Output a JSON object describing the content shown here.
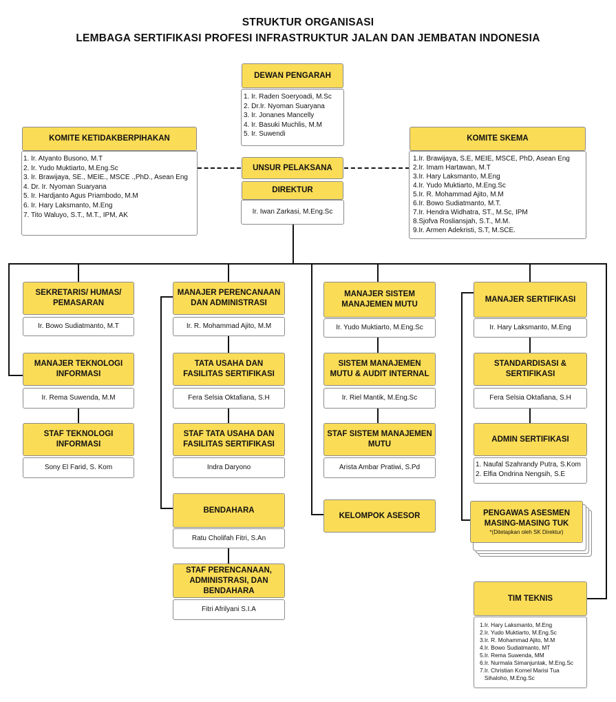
{
  "title": {
    "line1": "STRUKTUR ORGANISASI",
    "line2": "LEMBAGA SERTIFIKASI PROFESI INFRASTRUKTUR JALAN DAN JEMBATAN INDONESIA"
  },
  "dewan_pengarah": {
    "label": "DEWAN PENGARAH",
    "members": [
      "1. Ir. Raden Soeryoadi, M.Sc",
      "2. Dr.Ir. Nyoman Suaryana",
      "3. Ir. Jonanes Mancelly",
      "4. Ir. Basuki Muchlis, M.M",
      "5. Ir. Suwendi"
    ]
  },
  "komite_ketidakberpihakan": {
    "label": "KOMITE KETIDAKBERPIHAKAN",
    "members": [
      "1. Ir. Atyanto Busono, M.T",
      "2. Ir. Yudo Muktiarto, M.Eng.Sc",
      "3. Ir. Brawijaya, SE., MEIE., MSCE .,PhD., Asean Eng",
      "4. Dr. Ir. Nyoman Suaryana",
      "5. Ir. Hardjanto Agus Priambodo, M.M",
      "6. Ir. Hary Laksmanto, M.Eng",
      "7. Tito Waluyo, S.T., M.T., IPM, AK"
    ]
  },
  "komite_skema": {
    "label": "KOMITE SKEMA",
    "members": [
      "1.Ir. Brawijaya, S.E, MEIE, MSCE, PhD, Asean Eng",
      "2.Ir. Imam Hartawan, M.T",
      "3.Ir. Hary Laksmanto, M.Eng",
      "4.Ir. Yudo Muktiarto, M.Eng.Sc",
      "5.Ir. R. Mohammad Ajito, M.M",
      "6.Ir. Bowo Sudiatmanto, M.T.",
      "7.Ir. Hendra Widhatra, ST., M.Sc, IPM",
      "8.Sjofva Rosliansjah, S.T., M.M.",
      "9.Ir. Armen Adekristi, S.T, M.SCE."
    ]
  },
  "unsur_pelaksana": {
    "label": "UNSUR PELAKSANA"
  },
  "direktur": {
    "label": "DIREKTUR",
    "name": "Ir. Iwan Zarkasi, M.Eng.Sc"
  },
  "sekretaris": {
    "label": "SEKRETARIS/ HUMAS/ PEMASARAN",
    "name": "Ir. Bowo Sudiatmanto, M.T"
  },
  "manajer_ti": {
    "label": "MANAJER TEKNOLOGI INFORMASI",
    "name": "Ir. Rema Suwenda, M.M"
  },
  "staf_ti": {
    "label": "STAF TEKNOLOGI INFORMASI",
    "name": "Sony El Farid, S. Kom"
  },
  "manajer_perencanaan": {
    "label": "MANAJER PERENCANAAN DAN ADMINISTRASI",
    "name": "Ir. R. Mohammad Ajito, M.M"
  },
  "tata_usaha": {
    "label": "TATA USAHA DAN FASILITAS SERTIFIKASI",
    "name": "Fera Selsia Oktafiana, S.H"
  },
  "staf_tata_usaha": {
    "label": "STAF TATA USAHA DAN FASILITAS SERTIFIKASI",
    "name": "Indra Daryono"
  },
  "bendahara": {
    "label": "BENDAHARA",
    "name": "Ratu Cholifah Fitri, S.An"
  },
  "staf_perencanaan": {
    "label": "STAF PERENCANAAN, ADMINISTRASI, DAN BENDAHARA",
    "name": "Fitri Afrilyani S.I.A"
  },
  "manajer_smm": {
    "label": "MANAJER SISTEM MANAJEMEN MUTU",
    "name": "Ir. Yudo Muktiarto, M.Eng.Sc"
  },
  "smm_audit": {
    "label": "SISTEM MANAJEMEN MUTU & AUDIT INTERNAL",
    "name": "Ir. Riel Mantik, M.Eng.Sc"
  },
  "staf_smm": {
    "label": "STAF SISTEM MANAJEMEN MUTU",
    "name": "Arista Ambar Pratiwi, S.Pd"
  },
  "kelompok_asesor": {
    "label": "KELOMPOK ASESOR"
  },
  "manajer_sertifikasi": {
    "label": "MANAJER SERTIFIKASI",
    "name": "Ir. Hary Laksmanto, M.Eng"
  },
  "standardisasi": {
    "label": "STANDARDISASI & SERTIFIKASI",
    "name": "Fera Selsia Oktafiana, S.H"
  },
  "admin_sertifikasi": {
    "label": "ADMIN SERTIFIKASI",
    "members": [
      "1. Naufal Szahrandy Putra, S.Kom",
      "2. Elfia Ondrina Nengsih, S.E"
    ]
  },
  "pengawas_asesmen": {
    "label": "PENGAWAS ASESMEN MASING-MASING TUK",
    "note": "*(Ditetapkan oleh SK Direktur)"
  },
  "tim_teknis": {
    "label": "TIM TEKNIS",
    "members": [
      "1.Ir. Hary Laksmanto, M.Eng",
      "2.Ir. Yudo Muktiarto, M.Eng.Sc",
      "3.Ir. R. Mohammad Ajito, M.M",
      "4.Ir. Bowo Sudiatmanto, MT",
      "5.Ir. Rema Suwenda, MM",
      "6.Ir. Nurmala Simanjuntak, M.Eng.Sc",
      "7.Ir. Christian Kornel Marisi Tua",
      "   Sihaloho, M.Eng.Sc"
    ]
  },
  "colors": {
    "header_fill": "#fbdc57",
    "border": "#8a8a8a",
    "line": "#111111"
  }
}
